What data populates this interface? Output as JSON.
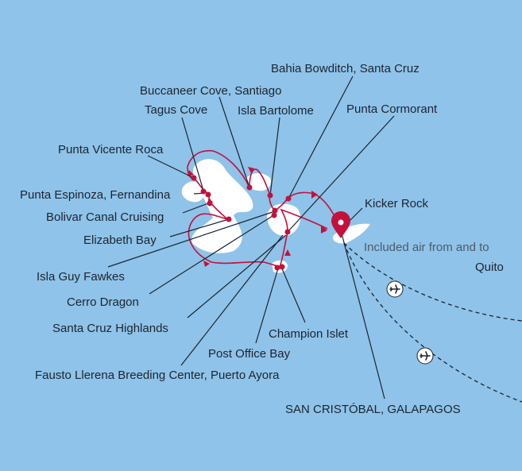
{
  "map": {
    "colors": {
      "sea": "#8fc3e9",
      "land": "#ffffff",
      "route": "#c4103c",
      "leader": "#1c2430",
      "flight": "#1c2430"
    },
    "labels": {
      "bahia_bowditch": "Bahia Bowditch, Santa Cruz",
      "buccaneer_cove": "Buccaneer Cove, Santiago",
      "tagus_cove": "Tagus Cove",
      "isla_bartolome": "Isla Bartolome",
      "punta_cormorant": "Punta Cormorant",
      "punta_vicente_roca": "Punta Vicente Roca",
      "punta_espinoza": "Punta Espinoza, Fernandina",
      "kicker_rock": "Kicker Rock",
      "bolivar_canal": "Bolivar Canal Cruising",
      "elizabeth_bay": "Elizabeth Bay",
      "isla_guy_fawkes": "Isla Guy Fawkes",
      "cerro_dragon": "Cerro Dragon",
      "santa_cruz_highlands": "Santa Cruz Highlands",
      "champion_islet": "Champion Islet",
      "post_office_bay": "Post Office Bay",
      "fausto_llerena": "Fausto Llerena Breeding Center, Puerto Ayora",
      "san_cristobal": "SAN CRISTÓBAL, GALAPAGOS"
    },
    "air_note": {
      "line1": "Included air from and to",
      "line2": "Quito"
    },
    "icons": {
      "start_marker": "map-pin-icon",
      "flight": "airplane-icon"
    }
  }
}
